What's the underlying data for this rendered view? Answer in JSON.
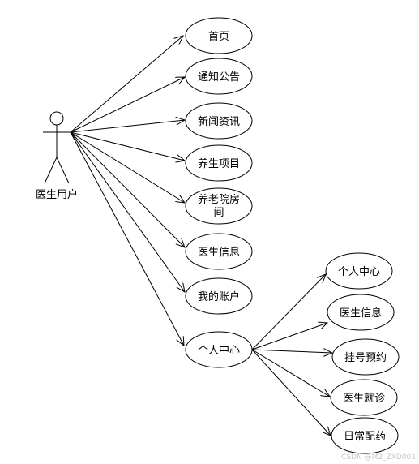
{
  "actor": {
    "label": "医生用户"
  },
  "use_cases": [
    {
      "id": "home",
      "label": "首页"
    },
    {
      "id": "notice",
      "label": "通知公告"
    },
    {
      "id": "news",
      "label": "新闻资讯"
    },
    {
      "id": "health",
      "label": "养生项目"
    },
    {
      "id": "room",
      "label": "养老院房间"
    },
    {
      "id": "doctor",
      "label": "医生信息"
    },
    {
      "id": "account",
      "label": "我的账户"
    },
    {
      "id": "center",
      "label": "个人中心"
    }
  ],
  "sub_use_cases": [
    {
      "id": "c-center",
      "label": "个人中心"
    },
    {
      "id": "c-doctor",
      "label": "医生信息"
    },
    {
      "id": "c-register",
      "label": "挂号预约"
    },
    {
      "id": "c-visit",
      "label": "医生就诊"
    },
    {
      "id": "c-medicine",
      "label": "日常配药"
    }
  ],
  "watermark": "CSDN @M2_ZXD001"
}
